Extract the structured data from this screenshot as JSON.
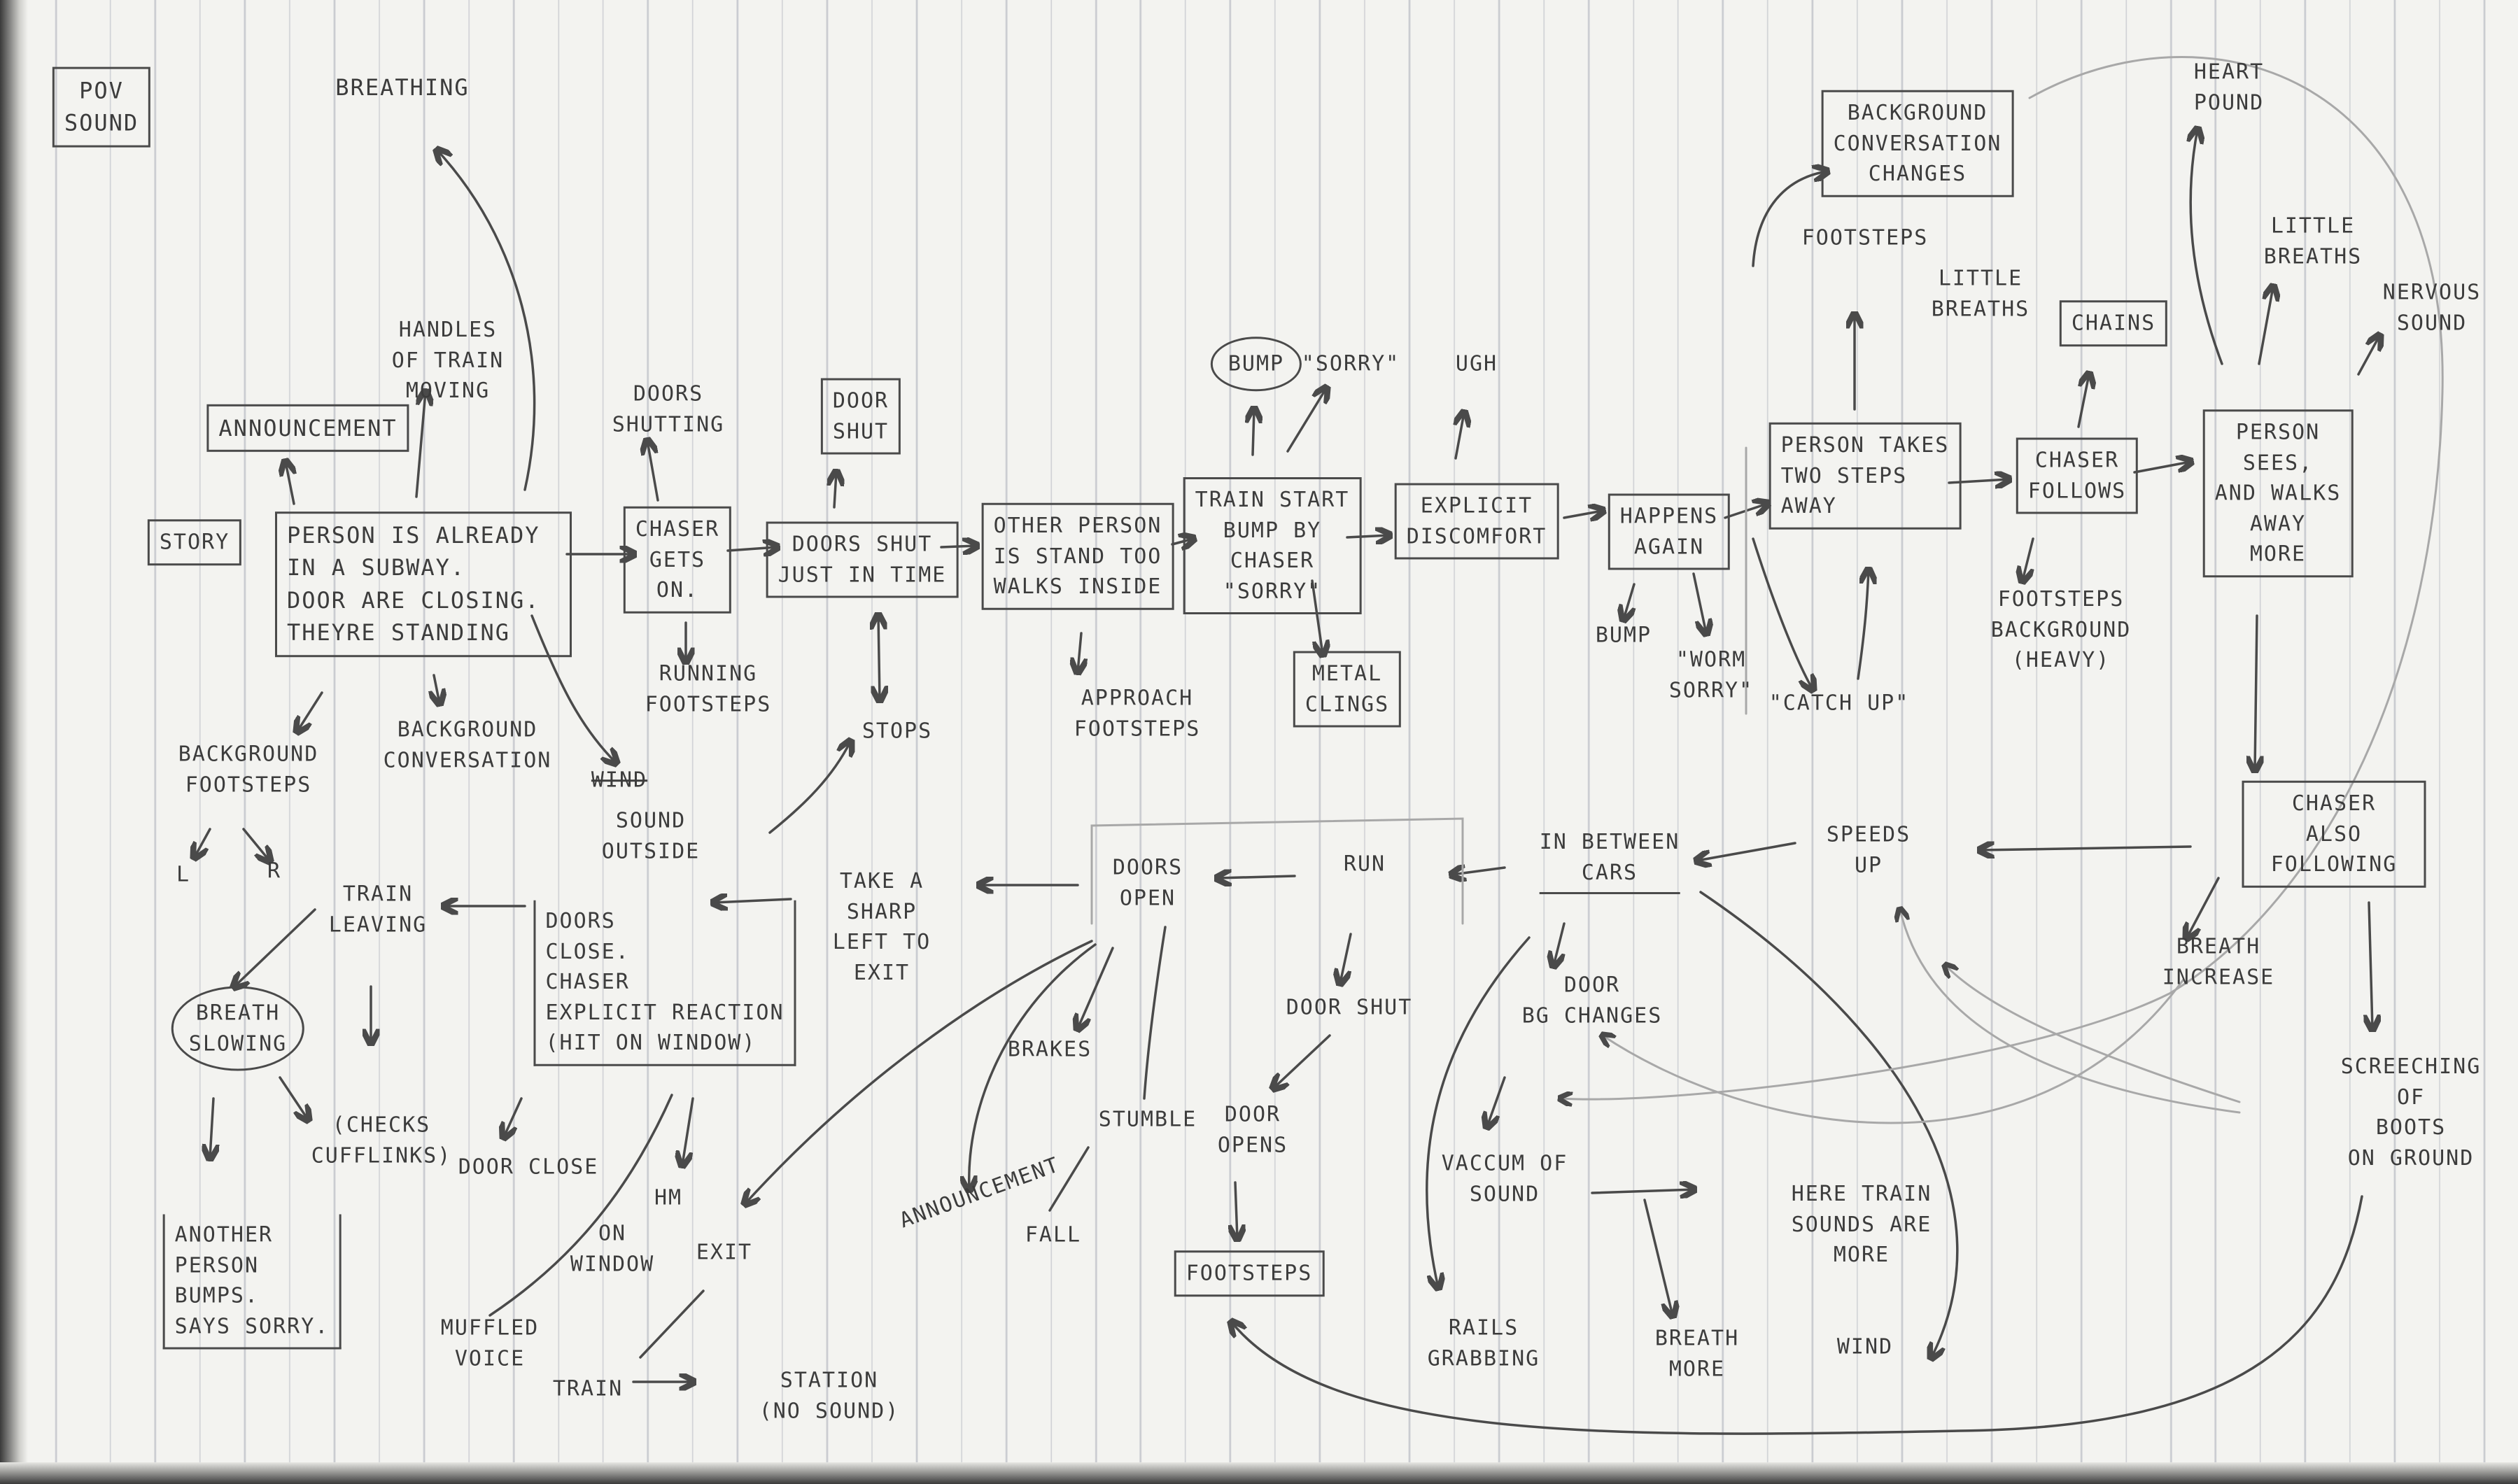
{
  "nodes": {
    "pov_sound": "POV\nSOUND",
    "breathing": "BREATHING",
    "announcement_top": "ANNOUNCEMENT",
    "handles": "HANDLES\nOF TRAIN\nMOVING",
    "story": "STORY",
    "person_subway": "PERSON IS ALREADY\nIN A SUBWAY.\nDOOR ARE CLOSING.\nTHEYRE STANDING",
    "background_footsteps": "BACKGROUND\nFOOTSTEPS",
    "l_label": "L",
    "r_label": "R",
    "background_conversation": "BACKGROUND\nCONVERSATION",
    "wind": "WIND",
    "sound_outside": "SOUND\nOUTSIDE",
    "doors_shutting": "DOORS\nSHUTTING",
    "chaser_gets_on": "CHASER\nGETS\nON.",
    "running_footsteps": "RUNNING\nFOOTSTEPS",
    "door_shut_box": "DOOR\nSHUT",
    "doors_shut_in_time": "DOORS SHUT\nJUST IN TIME",
    "stops": "STOPS",
    "other_person": "OTHER PERSON\nIS STAND TOO\nWALKS INSIDE",
    "approach_footsteps": "APPROACH\nFOOTSTEPS",
    "bump_oval": "BUMP",
    "sorry_quote": "\"SORRY\"",
    "train_start": "TRAIN START\nBUMP BY\nCHASER\n\"SORRY\"",
    "metal_clings": "METAL\nCLINGS",
    "ugh": "UGH",
    "explicit_discomfort": "EXPLICIT\nDISCOMFORT",
    "happens_again": "HAPPENS\nAGAIN",
    "bump_small": "BUMP",
    "worm_sorry": "\"WORM\nSORRY\"",
    "catch_up": "\"CATCH UP\"",
    "background_conv_changes": "BACKGROUND\nCONVERSATION\nCHANGES",
    "footsteps_top": "FOOTSTEPS",
    "little_breaths_mid": "LITTLE\nBREATHS",
    "person_takes": "PERSON TAKES\nTWO STEPS\nAWAY",
    "chains": "CHAINS",
    "chaser_follows": "CHASER\nFOLLOWS",
    "footsteps_bg_heavy": "FOOTSTEPS\nBACKGROUND\n(HEAVY)",
    "heart_pound": "HEART\nPOUND",
    "little_breaths_right": "LITTLE\nBREATHS",
    "nervous_sound": "NERVOUS\nSOUND",
    "person_sees": "PERSON\nSEES,\nAND WALKS\nAWAY\nMORE",
    "chaser_also_following": "CHASER\nALSO FOLLOWING",
    "speeds_up": "SPEEDS\nUP",
    "in_between_cars": "IN BETWEEN\nCARS",
    "breath_increase": "BREATH\nINCREASE",
    "screeching": "SCREECHING\nOF\nBOOTS\nON GROUND",
    "door_bg_changes": "DOOR\nBG CHANGES",
    "vaccum_of_sound": "VACCUM OF\nSOUND",
    "here_train_sounds": "HERE TRAIN\nSOUNDS ARE\nMORE",
    "rails_grabbing": "RAILS\nGRABBING",
    "breath_more": "BREATH\nMORE",
    "wind_bottom": "WIND",
    "run": "RUN",
    "doors_open": "DOORS\nOPEN",
    "door_shut_small": "DOOR SHUT",
    "door_opens": "DOOR\nOPENS",
    "footsteps_box": "FOOTSTEPS",
    "brakes": "BRAKES",
    "stumble": "STUMBLE",
    "announcement_bottom": "ANNOUNCEMENT",
    "fall": "FALL",
    "take_sharp_left": "TAKE A\nSHARP\nLEFT TO\nEXIT",
    "doors_close_chaser": "DOORS\nCLOSE.\nCHASER\nEXPLICIT REACTION\n(HIT ON WINDOW)",
    "train_leaving": "TRAIN\nLEAVING",
    "breath_slowing": "BREATH\nSLOWING",
    "checks_cufflinks": "(CHECKS\nCUFFLINKS)",
    "door_close": "DOOR CLOSE",
    "hm": "HM",
    "on_window": "ON\nWINDOW",
    "exit": "EXIT",
    "muffled_voice": "MUFFLED\nVOICE",
    "another_person": "ANOTHER\nPERSON\nBUMPS.\nSAYS SORRY.",
    "train": "TRAIN",
    "station": "STATION\n(NO SOUND)"
  }
}
